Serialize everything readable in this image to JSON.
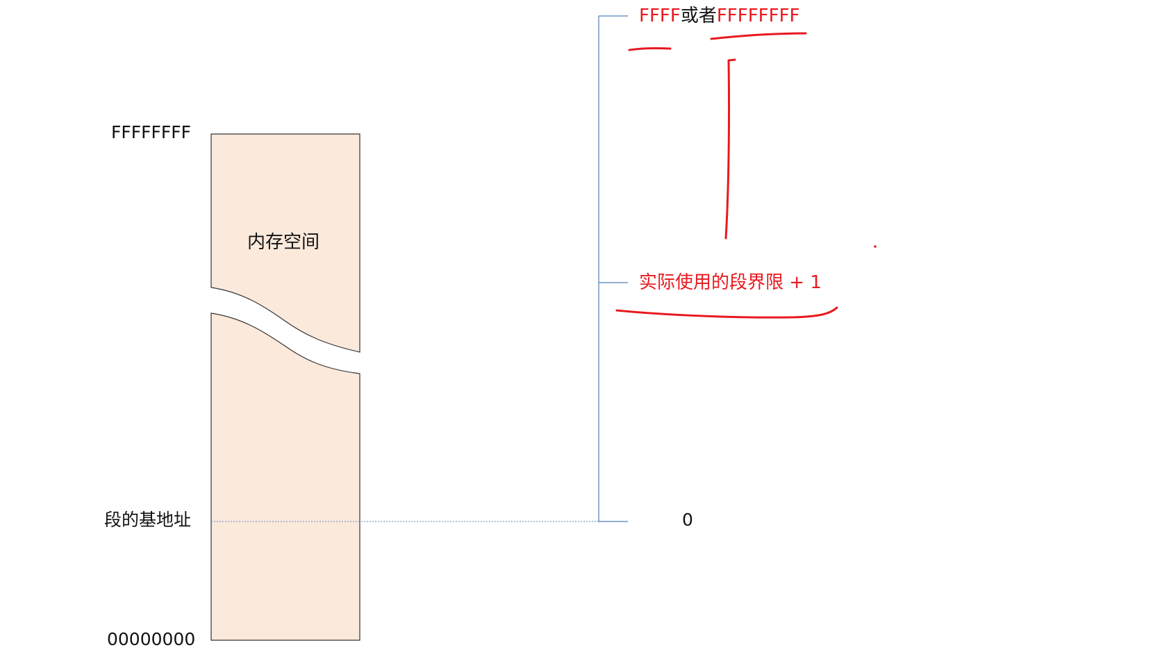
{
  "left_axis": {
    "top_address": "FFFFFFFF",
    "base_label": "段的基地址",
    "bottom_address": "00000000"
  },
  "memory_block": {
    "label": "内存空间",
    "fill_color": "#fbe9dc",
    "stroke_color": "#333333"
  },
  "segment": {
    "max_part1": "FFFF",
    "max_or": "或者",
    "max_part2": "FFFFFFFF",
    "limit_label": "实际使用的段界限 + 1",
    "zero_label": "0",
    "bracket_color": "#6d95c4"
  },
  "annotations": {
    "ink_color": "#e8191f"
  }
}
